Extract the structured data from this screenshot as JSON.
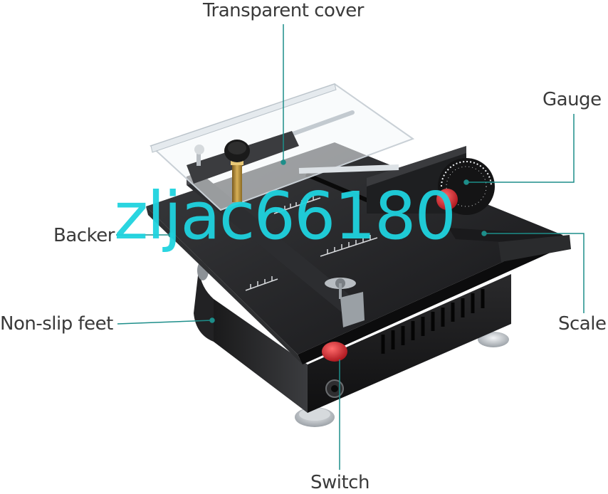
{
  "labels": {
    "transparent_cover": "Transparent cover",
    "gauge": "Gauge",
    "backer": "Backer",
    "non_slip_feet": "Non-slip feet",
    "scale": "Scale",
    "switch": "Switch"
  },
  "watermark": "zljac66180",
  "colors": {
    "callout_line": "#1d8e8a",
    "label_text": "#3a3a3a",
    "watermark": "#1fd3df",
    "machine_body": "#1c1c1e",
    "switch_knob": "#d0202a"
  }
}
